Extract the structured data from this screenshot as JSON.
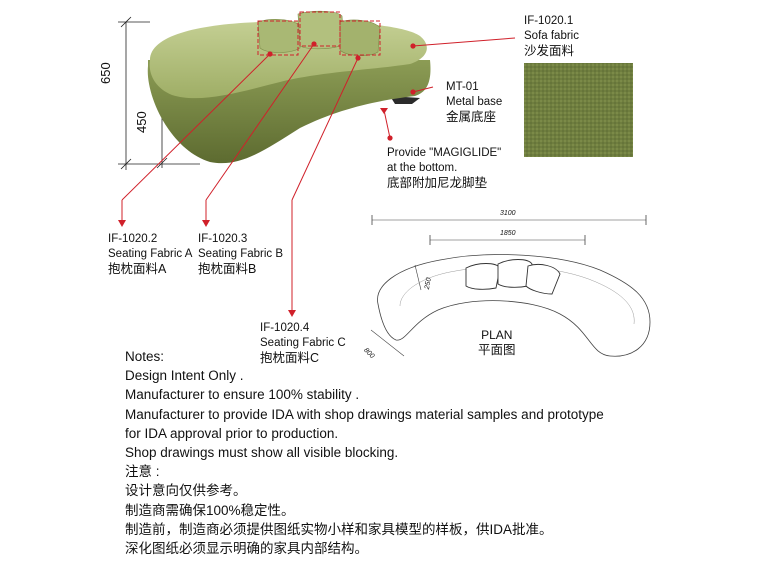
{
  "dimensions": {
    "overall_height": "650",
    "seat_height": "450",
    "plan_length": "3100",
    "plan_inner": "1850",
    "plan_depth": "800",
    "plan_small": "250"
  },
  "callouts": {
    "sofa_fabric": {
      "code": "IF-1020.1",
      "en": "Sofa fabric",
      "zh": "沙发面料"
    },
    "metal_base": {
      "code": "MT-01",
      "en": "Metal base",
      "zh": "金属底座"
    },
    "glide": {
      "en1": "Provide \"MAGIGLIDE\"",
      "en2": "at the bottom.",
      "zh": "底部附加尼龙脚垫"
    },
    "fabric_a": {
      "code": "IF-1020.2",
      "en": "Seating Fabric A",
      "zh": "抱枕面料A"
    },
    "fabric_b": {
      "code": "IF-1020.3",
      "en": "Seating Fabric B",
      "zh": "抱枕面料B"
    },
    "fabric_c": {
      "code": "IF-1020.4",
      "en": "Seating Fabric C",
      "zh": "抱枕面料C"
    }
  },
  "plan": {
    "title_en": "PLAN",
    "title_zh": "平面图"
  },
  "notes": {
    "heading": "Notes:",
    "lines": [
      "Design Intent Only .",
      "Manufacturer to ensure 100% stability .",
      "Manufacturer to provide IDA with shop drawings material samples and prototype",
      "for IDA approval prior to production.",
      "Shop drawings must show all visible blocking."
    ],
    "zh_heading": "注意 :",
    "zh_lines": [
      "设计意向仅供参考。",
      "制造商需确保100%稳定性。",
      "制造前，制造商必须提供图纸实物小样和家具模型的样板，供IDA批准。",
      "深化图纸必须显示明确的家具内部结构。"
    ]
  },
  "colors": {
    "fabric": "#8fa05a",
    "fabric_dark": "#5f6d33",
    "swatch": "#6b7a3c",
    "callout": "#d0202a"
  }
}
